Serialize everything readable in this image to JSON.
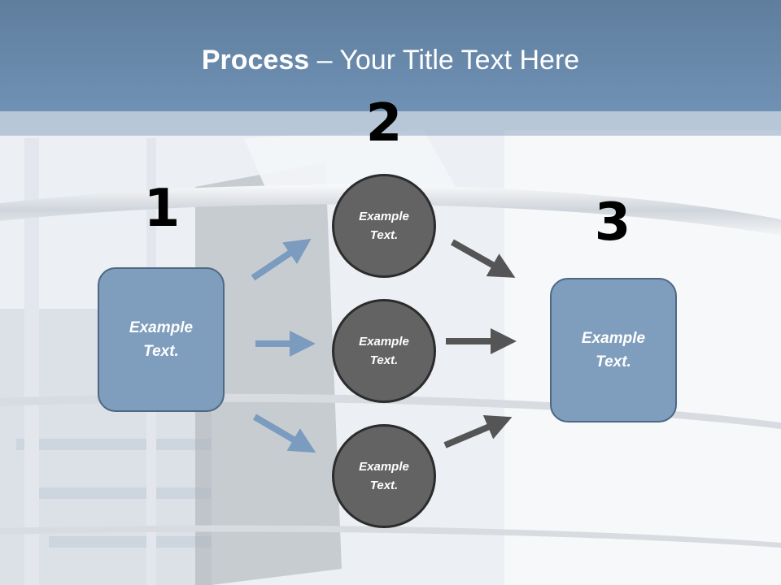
{
  "title": {
    "bold": "Process",
    "rest": " – Your Title Text Here"
  },
  "steps": {
    "one": "1",
    "two": "2",
    "three": "3"
  },
  "boxes": {
    "left": "Example\nText.",
    "right": "Example\nText."
  },
  "circles": {
    "top": "Example\nText.",
    "middle": "Example\nText.",
    "bottom": "Example\nText."
  },
  "colors": {
    "title_bar": "#6a8bad",
    "box_fill": "#7f9dbd",
    "circle_fill": "#636363",
    "arrow_blue": "#7b9bbf",
    "arrow_dark": "#555555"
  }
}
